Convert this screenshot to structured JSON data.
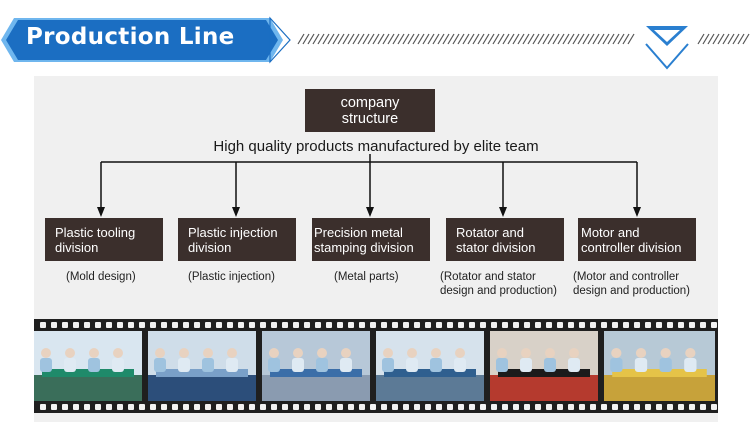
{
  "header": {
    "title": "Production Line",
    "colors": {
      "banner": "#1b6ec2",
      "banner_light": "#6fb6ee",
      "hatch": "#555555",
      "chevron": "#2a7fd0"
    }
  },
  "org_chart": {
    "top_box": "company\nstructure",
    "subtitle": "High quality products manufactured by elite team",
    "divisions": [
      {
        "label": "Plastic tooling\ndivision",
        "note": "(Mold design)"
      },
      {
        "label": "Plastic injection\ndivision",
        "note": "(Plastic injection)"
      },
      {
        "label": "Precision metal\nstamping division",
        "note": "(Metal parts)"
      },
      {
        "label": "Rotator and\nstator division",
        "note": "(Rotator and stator\ndesign and production)"
      },
      {
        "label": "Motor and\ncontroller division",
        "note": "(Motor and controller\ndesign and production)"
      }
    ],
    "colors": {
      "box": "#3b2f2c",
      "panel": "#f0f0f0",
      "arrow": "#111111"
    }
  },
  "film_strip": {
    "photos": [
      {
        "icon": "workers-at-workbench-photo",
        "colors": [
          "#3a6e5a",
          "#d9e6f0",
          "#1f8a6a"
        ]
      },
      {
        "icon": "injection-worker-photo",
        "colors": [
          "#2c4e7a",
          "#cfdde9",
          "#7aa0c8"
        ]
      },
      {
        "icon": "factory-floor-photo",
        "colors": [
          "#8a9bb0",
          "#b7c8d8",
          "#3b6ea8"
        ]
      },
      {
        "icon": "assembly-line-photo",
        "colors": [
          "#5c7a96",
          "#d6e2ec",
          "#2f5f8f"
        ]
      },
      {
        "icon": "stator-components-photo",
        "colors": [
          "#b53a2e",
          "#d8d1c8",
          "#1b1b1b"
        ]
      },
      {
        "icon": "motor-production-line-photo",
        "colors": [
          "#c7a23a",
          "#b7c9d6",
          "#e5c348"
        ]
      }
    ]
  }
}
